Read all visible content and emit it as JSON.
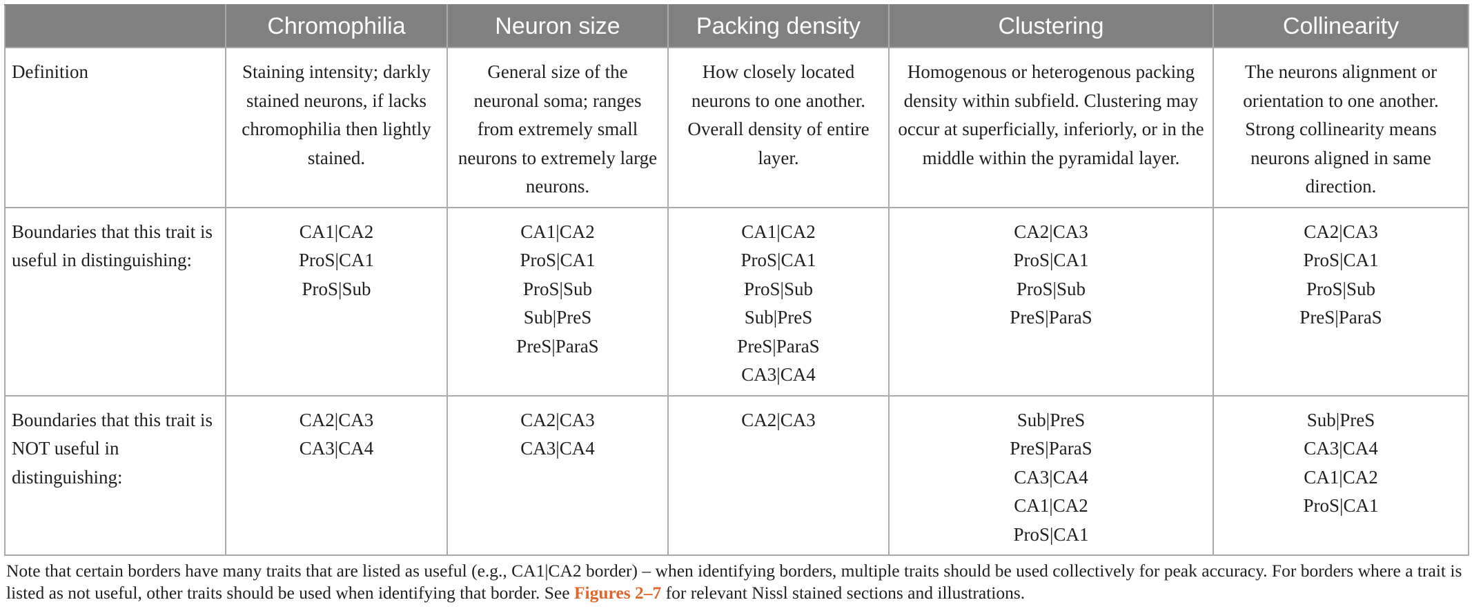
{
  "table": {
    "headers": [
      "",
      "Chromophilia",
      "Neuron size",
      "Packing density",
      "Clustering",
      "Collinearity"
    ],
    "rows": [
      {
        "label": "Definition",
        "cells": [
          "Staining intensity; darkly stained neurons, if lacks chromophilia then lightly stained.",
          "General size of the neuronal soma; ranges from extremely small neurons to extremely large neurons.",
          "How closely located neurons to one another. Overall density of entire layer.",
          "Homogenous or heterogenous packing density within subfield. Clustering may occur at superficially, inferiorly, or in the middle within the pyramidal layer.",
          "The neurons alignment or orientation to one another. Strong collinearity means neurons aligned in same direction."
        ]
      },
      {
        "label": "Boundaries that this trait is useful in distinguishing:",
        "cells": [
          [
            "CA1|CA2",
            "ProS|CA1",
            "ProS|Sub"
          ],
          [
            "CA1|CA2",
            "ProS|CA1",
            "ProS|Sub",
            "Sub|PreS",
            "PreS|ParaS"
          ],
          [
            "CA1|CA2",
            "ProS|CA1",
            "ProS|Sub",
            "Sub|PreS",
            "PreS|ParaS",
            "CA3|CA4"
          ],
          [
            "CA2|CA3",
            "ProS|CA1",
            "ProS|Sub",
            "PreS|ParaS"
          ],
          [
            "CA2|CA3",
            "ProS|CA1",
            "ProS|Sub",
            "PreS|ParaS"
          ]
        ]
      },
      {
        "label": "Boundaries that this trait is NOT useful in distinguishing:",
        "cells": [
          [
            "CA2|CA3",
            "CA3|CA4"
          ],
          [
            "CA2|CA3",
            "CA3|CA4"
          ],
          [
            "CA2|CA3"
          ],
          [
            "Sub|PreS",
            "PreS|ParaS",
            "CA3|CA4",
            "CA1|CA2",
            "ProS|CA1"
          ],
          [
            "Sub|PreS",
            "CA3|CA4",
            "CA1|CA2",
            "ProS|CA1"
          ]
        ]
      }
    ]
  },
  "note": {
    "before": "Note that certain borders have many traits that are listed as useful (e.g., CA1|CA2 border) – when identifying borders, multiple traits should be used collectively for peak accuracy. For borders where a trait is listed as not useful, other traits should be used when identifying that border. See ",
    "link": "Figures 2–7",
    "after": " for relevant Nissl stained sections and illustrations.",
    "link_color": "#e0662a"
  },
  "colors": {
    "header_bg": "#818181",
    "header_text": "#ffffff",
    "border": "#a9a9a9"
  }
}
